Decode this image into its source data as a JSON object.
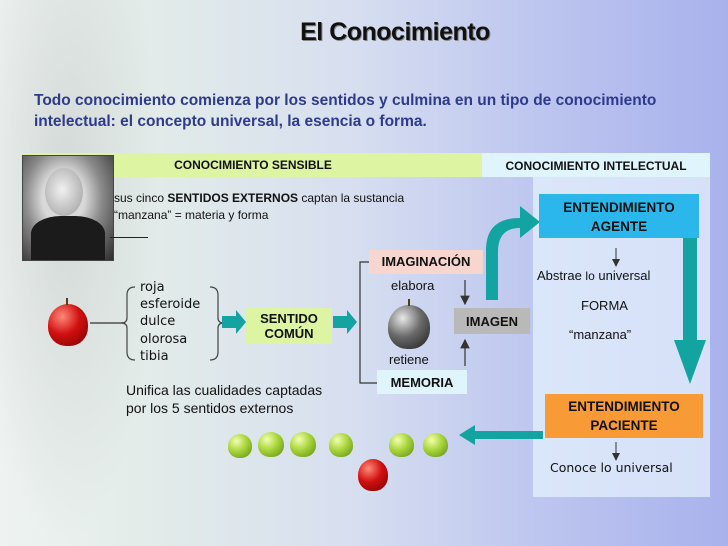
{
  "title": "El Conocimiento",
  "intro": "Todo conocimiento comienza por los sentidos y culmina en un tipo de conocimiento intelectual: el concepto universal, la esencia o forma.",
  "bands": {
    "sensible": "CONOCIMIENTO SENSIBLE",
    "intelectual": "CONOCIMIENTO INTELECTUAL"
  },
  "sentidos_text": {
    "pre": "sus cinco ",
    "bold": "SENTIDOS EXTERNOS",
    "post": " captan la sustancia  “manzana” = materia y forma"
  },
  "qualities": [
    "roja",
    "esferoide",
    "dulce",
    "olorosa",
    "tibia"
  ],
  "sentido_comun": {
    "line1": "SENTIDO",
    "line2": "COMÚN"
  },
  "unifica": {
    "line1": "Unifica las cualidades captadas",
    "line2": "por los 5 sentidos externos"
  },
  "imaginacion": "IMAGINACIÓN",
  "elabora": "elabora",
  "retiene": "retiene",
  "memoria": "MEMORIA",
  "imagen": "IMAGEN",
  "entendimiento_agente": {
    "line1": "ENTENDIMIENTO",
    "line2": "AGENTE"
  },
  "abstrae": {
    "pre": "Abstrae ",
    "small": "lo",
    "post": " universal"
  },
  "forma": "FORMA",
  "manzana": "“manzana”",
  "entendimiento_paciente": {
    "line1": "ENTENDIMIENTO",
    "line2": "PACIENTE"
  },
  "conoce": "Conoce lo universal",
  "colors": {
    "title_blue": "#2e3a8c",
    "band_green": "#ddf5a3",
    "band_cyan": "#dff5fb",
    "teal_arrow": "#13a3a0",
    "agente_blue": "#2bb7ec",
    "paciente_orange": "#f89b37",
    "imaginacion_pink": "#f8d6d0",
    "imagen_gray": "#b9b9b9"
  },
  "icons": [
    "portrait-photo",
    "red-apple-icon",
    "gray-apple-icon",
    "green-apple-icon",
    "teal-arrow"
  ]
}
